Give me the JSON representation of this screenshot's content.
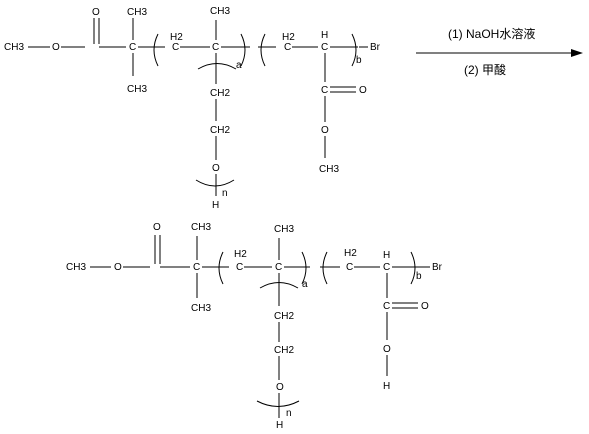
{
  "reaction": {
    "condition_1": "(1) NaOH水溶液",
    "condition_2": "(2) 甲酸"
  },
  "reactant": {
    "methyl_end": "CH3",
    "ester_o": "O",
    "carbonyl_o": "O",
    "quat_c": "C",
    "me_top": "CH3",
    "me_bottom": "CH3",
    "ch2_h": "H2",
    "ch2_c": "C",
    "c2": "C",
    "c2_me": "CH3",
    "sub_a": "a",
    "side_ch2_1": "CH2",
    "side_ch2_2": "CH2",
    "peg_o": "O",
    "sub_n": "n",
    "peg_h": "H",
    "ch2b_h": "H2",
    "ch2b_c": "C",
    "ch_h": "H",
    "ch_c": "C",
    "sub_b": "b",
    "end_br": "Br",
    "ester_c": "C",
    "ester_co": "O",
    "ester_o2": "O",
    "ester_me": "CH3"
  },
  "product": {
    "methyl_end": "CH3",
    "ester_o": "O",
    "carbonyl_o": "O",
    "quat_c": "C",
    "me_top": "CH3",
    "me_bottom": "CH3",
    "ch2_h": "H2",
    "ch2_c": "C",
    "c2": "C",
    "c2_me": "CH3",
    "sub_a": "a",
    "side_ch2_1": "CH2",
    "side_ch2_2": "CH2",
    "peg_o": "O",
    "sub_n": "n",
    "peg_h": "H",
    "ch2b_h": "H2",
    "ch2b_c": "C",
    "ch_h": "H",
    "ch_c": "C",
    "sub_b": "b",
    "end_br": "Br",
    "acid_c": "C",
    "acid_co": "O",
    "acid_o": "O",
    "acid_h": "H"
  }
}
